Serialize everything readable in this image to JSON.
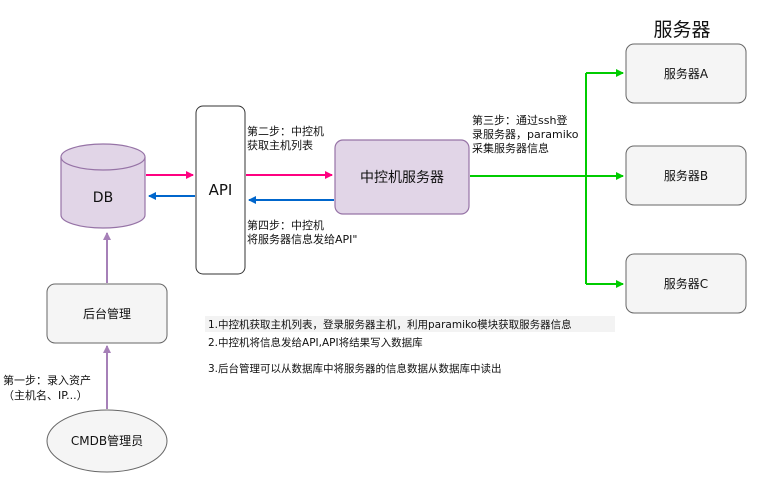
{
  "title": "服务器",
  "nodes": {
    "db": "DB",
    "api": "API",
    "backend": "后台管理",
    "admin": "CMDB管理员",
    "controller": "中控机服务器",
    "server_a": "服务器A",
    "server_b": "服务器B",
    "server_c": "服务器C"
  },
  "steps": {
    "step1": [
      "第一步：录入资产",
      "（主机名、IP...）"
    ],
    "step2": [
      "第二步：中控机",
      "获取主机列表"
    ],
    "step3": [
      "第三步：通过ssh登",
      "录服务器，paramiko",
      "采集服务器信息"
    ],
    "step4": [
      "第四步：中控机",
      "将服务器信息发给API\""
    ]
  },
  "notes": [
    "1.中控机获取主机列表，登录服务器主机，利用paramiko模块获取服务器信息",
    "2.中控机将信息发给API,API将结果写入数据库",
    "3.后台管理可以从数据库中将服务器的信息数据从数据库中读出"
  ],
  "colors": {
    "purple_fill": "#e1d5e7",
    "purple_stroke": "#9673a6",
    "gray_fill": "#f5f5f5",
    "gray_stroke": "#666666",
    "pink_arrow": "#ff0080",
    "blue_arrow": "#0066cc",
    "green_arrow": "#00cc00",
    "gray_arrow": "#a680b8"
  }
}
